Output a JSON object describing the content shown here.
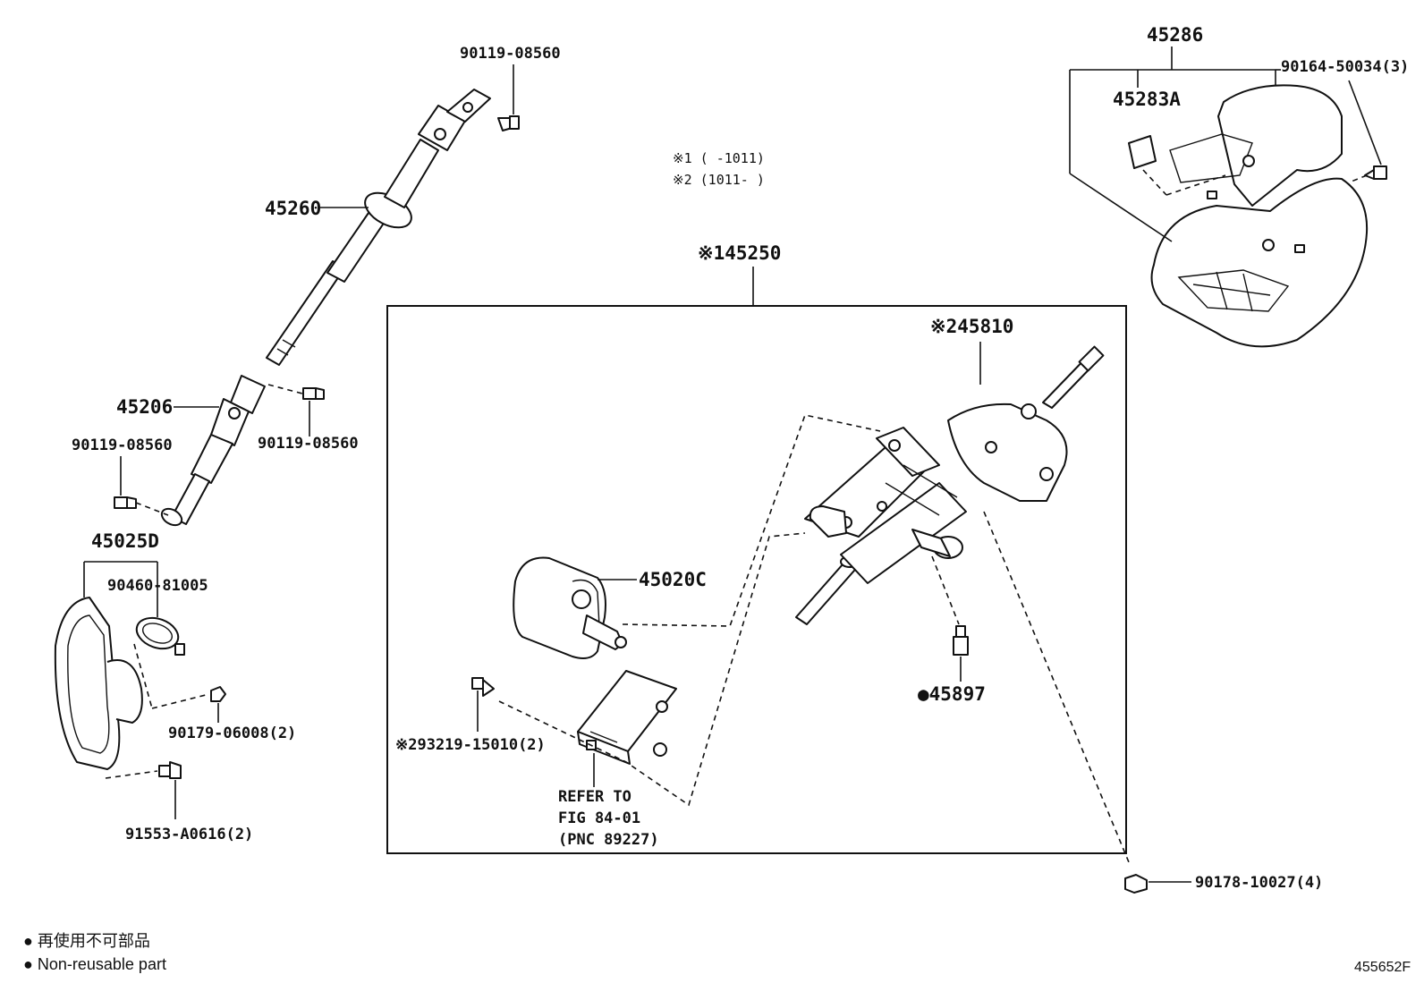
{
  "diagram": {
    "labels": {
      "p90119_top": "90119-08560",
      "p45260": "45260",
      "p45206": "45206",
      "p90119_left": "90119-08560",
      "p90119_right": "90119-08560",
      "p45025D": "45025D",
      "p90460": "90460-81005",
      "p90179": "90179-06008(2)",
      "p91553": "91553-A0616(2)",
      "p45250": "※145250",
      "p45810": "※245810",
      "p45020C": "45020C",
      "p45897": "●45897",
      "p293219": "※293219-15010(2)",
      "p45286": "45286",
      "p45283A": "45283A",
      "p90164": "90164-50034(3)",
      "p90178": "90178-10027(4)"
    },
    "notes": {
      "n1": "※1 (    -1011)",
      "n2": "※2 (1011-    )"
    },
    "refer": {
      "line1": "REFER TO",
      "line2": "FIG 84-01",
      "line3": "(PNC 89227)"
    },
    "legend": {
      "jp": "● 再使用不可部品",
      "en": "● Non-reusable part"
    },
    "figure_code": "455652F"
  }
}
